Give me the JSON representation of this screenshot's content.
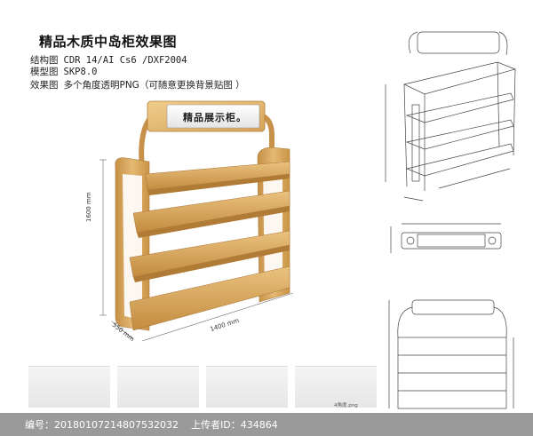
{
  "header": {
    "title": "精品木质中岛柜效果图"
  },
  "meta": [
    {
      "key": "结构图",
      "value": "CDR 14/AI Cs6 /DXF2004"
    },
    {
      "key": "模型图",
      "value": "SKP8.0"
    },
    {
      "key": "效果图",
      "value": "多个角度透明PNG（可随意更换背景贴图 ）"
    }
  ],
  "sign": {
    "text": "精品展示柜。"
  },
  "dimensions": {
    "height": "1600 mm",
    "depth": "550 mm",
    "width": "1400 mm"
  },
  "thumbnails": {
    "caption": "4角度.png"
  },
  "footer": {
    "id_label": "编号：",
    "id_value": "20180107214807532032",
    "uploader_label": "上传者ID：",
    "uploader_value": "434864"
  },
  "colors": {
    "wood_light": "#e3b56e",
    "wood_mid": "#c99444",
    "wood_dark": "#9b6a2a",
    "footer_bg": "#9a9a9a"
  }
}
